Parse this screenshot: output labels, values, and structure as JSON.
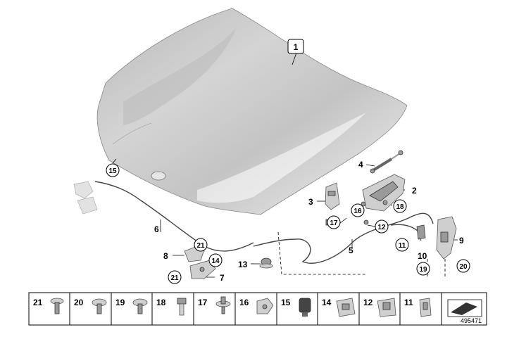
{
  "callouts": {
    "c1": "1",
    "c2": "2",
    "c3": "3",
    "c4": "4",
    "c5": "5",
    "c6": "6",
    "c7": "7",
    "c8": "8",
    "c9": "9",
    "c10": "10",
    "c11": "11",
    "c12": "12",
    "c13": "13",
    "c14": "14",
    "c15": "15",
    "c16": "16",
    "c17": "17",
    "c18": "18",
    "c19": "19",
    "c20": "20",
    "c21": "21"
  },
  "legend": {
    "items": [
      "21",
      "20",
      "19",
      "18",
      "17",
      "16",
      "15",
      "14",
      "12",
      "11"
    ]
  },
  "drawing_code": "495471",
  "colors": {
    "hood_light": "#f2f2f2",
    "hood_mid": "#c9c9c9",
    "hood_dark": "#a5a5a5",
    "line": "#000000"
  }
}
